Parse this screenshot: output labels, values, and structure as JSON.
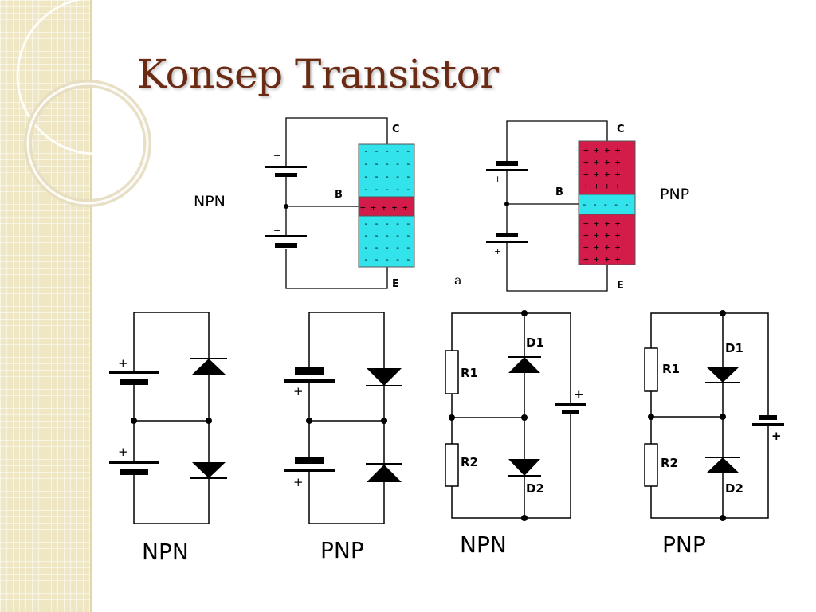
{
  "title": "Konsep Transistor",
  "top_diagram": {
    "npn_label": "NPN",
    "pnp_label": "PNP",
    "caption": "a",
    "terminal_c": "C",
    "terminal_b": "B",
    "terminal_e": "E",
    "plus": "+",
    "npn_n_layer_text": "- - - - -",
    "npn_p_layer_text": "+ + + + +",
    "pnp_p_layer_text": "+ + + +",
    "pnp_n_layer_text": "- - - - -",
    "colors": {
      "n_region": "#33e3ec",
      "p_region": "#d41c4a",
      "wire": "#000000"
    }
  },
  "bottom_diagrams": [
    {
      "label": "NPN"
    },
    {
      "label": "PNP"
    },
    {
      "label": "NPN",
      "r1": "R1",
      "r2": "R2",
      "d1": "D1",
      "d2": "D2"
    },
    {
      "label": "PNP",
      "r1": "R1",
      "r2": "R2",
      "d1": "D1",
      "d2": "D2"
    }
  ],
  "plus_sign": "+"
}
